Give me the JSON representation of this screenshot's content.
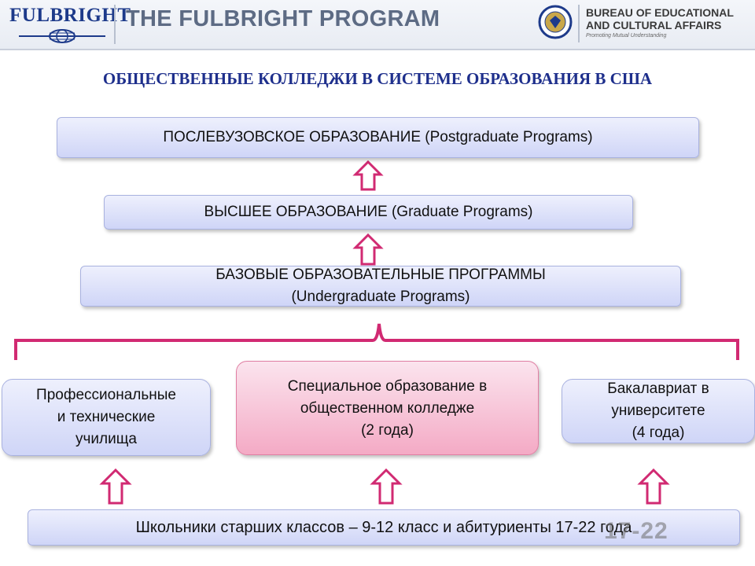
{
  "header": {
    "fulbright_logo_text": "FULBRIGHT",
    "program_title": "THE FULBRIGHT PROGRAM",
    "bureau_line1": "BUREAU OF EDUCATIONAL",
    "bureau_line2": "AND CULTURAL AFFAIRS",
    "bureau_tagline": "Promoting Mutual Understanding"
  },
  "title": "ОБЩЕСТВЕННЫЕ КОЛЛЕДЖИ В СИСТЕМЕ ОБРАЗОВАНИЯ В США",
  "levels": {
    "postgraduate": "ПОСЛЕВУЗОВСКОЕ ОБРАЗОВАНИЕ (Postgraduate Programs)",
    "graduate": "ВЫСШЕЕ ОБРАЗОВАНИЕ (Graduate Programs)",
    "undergraduate_line1": "БАЗОВЫЕ ОБРАЗОВАТЕЛЬНЫЕ ПРОГРАММЫ",
    "undergraduate_line2": "(Undergraduate Programs)"
  },
  "paths": {
    "vocational": [
      "Профессиональные",
      "и технические",
      "училища"
    ],
    "community_college": [
      "Специальное образование в",
      "общественном колледже",
      "(2 года)"
    ],
    "bachelor": [
      "Бакалавриат  в",
      "университете",
      "(4 года)"
    ]
  },
  "students": "Школьники старших классов – 9-12 класс и абитуриенты 17-22 года",
  "watermark": "17-22",
  "colors": {
    "title": "#1e2f8c",
    "arrow": "#d12a72",
    "box_blue": "#cfd5f7",
    "box_pink": "#f4aac5"
  }
}
